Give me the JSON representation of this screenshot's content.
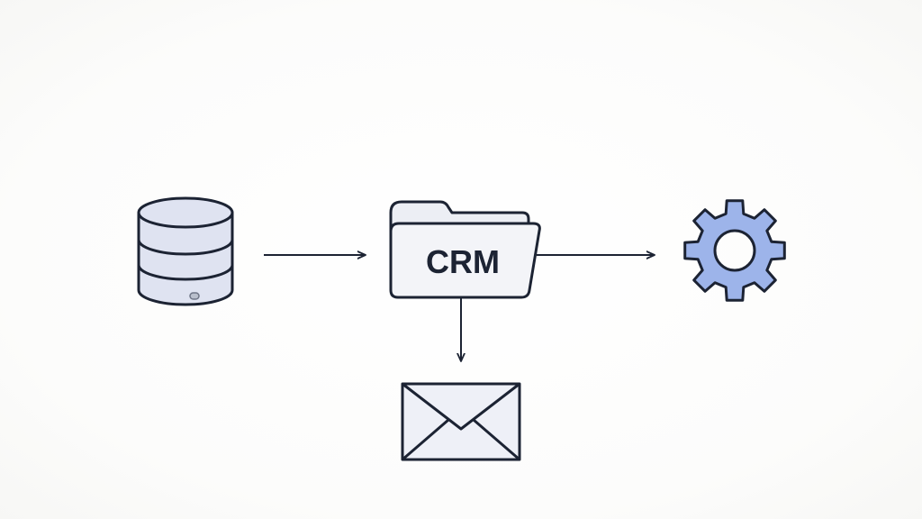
{
  "diagram": {
    "folder_label": "CRM",
    "nodes": [
      {
        "id": "database",
        "icon": "database-icon"
      },
      {
        "id": "crm",
        "icon": "folder-icon"
      },
      {
        "id": "settings",
        "icon": "gear-icon"
      },
      {
        "id": "email",
        "icon": "envelope-icon"
      }
    ],
    "edges": [
      {
        "from": "database",
        "to": "crm"
      },
      {
        "from": "crm",
        "to": "settings"
      },
      {
        "from": "crm",
        "to": "email"
      }
    ],
    "colors": {
      "stroke": "#1c2333",
      "database_fill": "#dfe3f1",
      "folder_fill": "#f3f4f8",
      "gear_fill": "#9db4ea",
      "envelope_fill": "#eef0f7"
    }
  }
}
